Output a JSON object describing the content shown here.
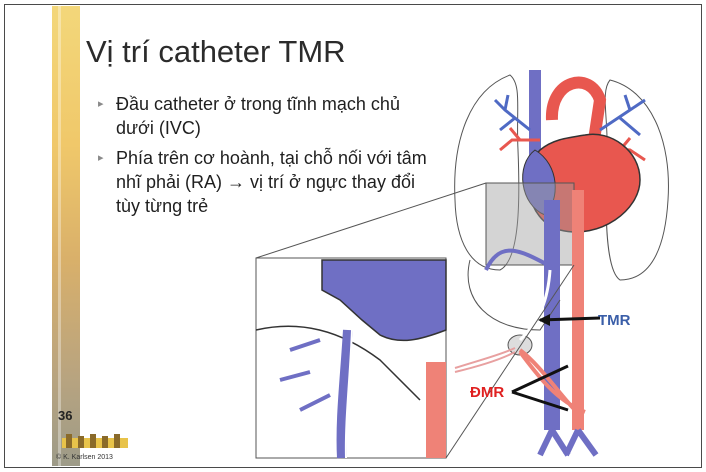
{
  "slide": {
    "title": "Vị trí catheter TMR",
    "bullets": [
      "Đầu catheter ở trong tĩnh mạch chủ dưới (IVC)",
      "Phía trên cơ hoành, tại chỗ nối với tâm nhĩ phải (RA) → vị trí ở ngực thay đổi tùy từng trẻ"
    ],
    "page_number": "36",
    "copyright": "© K. Karlsen 2013"
  },
  "diagram": {
    "labels": {
      "tmr": "TMR",
      "dmr": "ĐMR"
    },
    "colors": {
      "vein": "#6f6fc4",
      "artery": "#ef8277",
      "heart_red": "#e8574f",
      "lung_vessel_blue": "#4f6ac4",
      "tmr_label": "#3a5ea8",
      "dmr_label": "#e02020"
    }
  }
}
